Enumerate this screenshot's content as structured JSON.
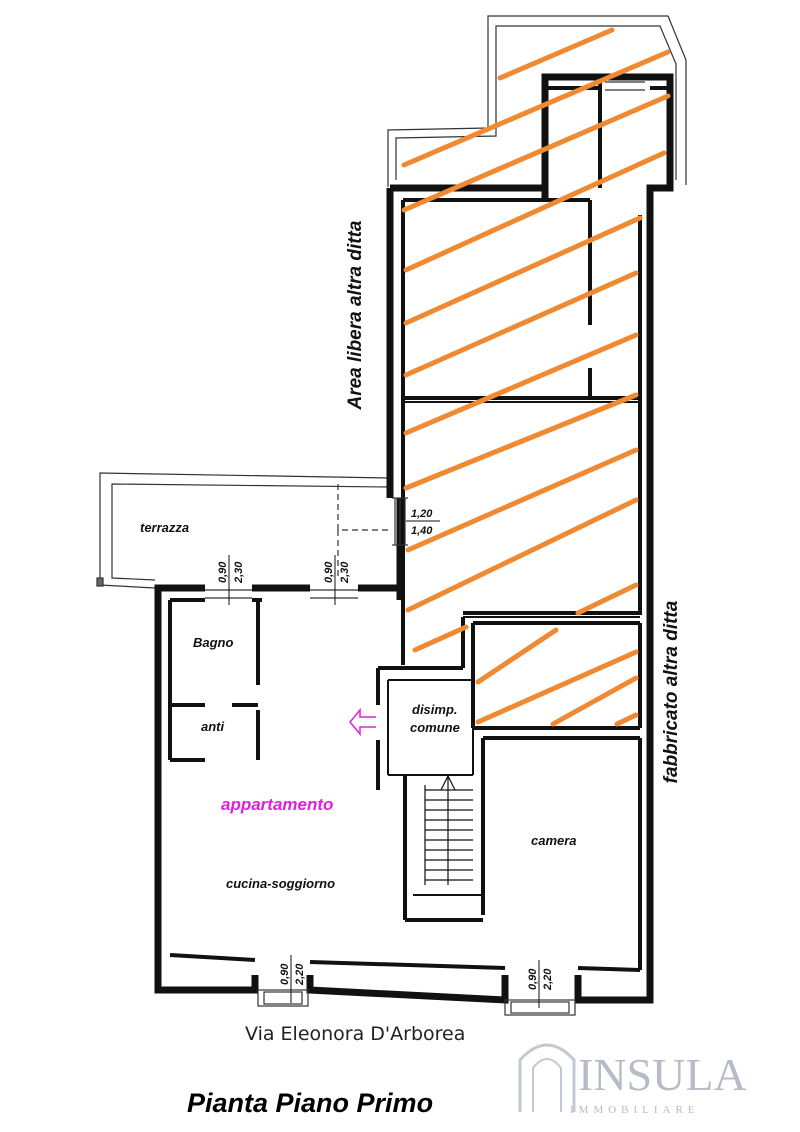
{
  "title": "Pianta Piano Primo",
  "street": "Via Eleonora D'Arborea",
  "side_labels": {
    "left": "Area libera altra ditta",
    "right": "fabbricato altra ditta"
  },
  "unit_label": "appartamento",
  "rooms": {
    "terrace": "terrazza",
    "bathroom": "Bagno",
    "anteroom": "anti",
    "living": "cucina-soggiorno",
    "bedroom": "camera",
    "landing_line1": "disimp.",
    "landing_line2": "comune"
  },
  "dimensions": {
    "terrace_door_w": "0,90",
    "terrace_door_h": "2,30",
    "living_door_w": "0,90",
    "living_door_h": "2,30",
    "side_door_w": "1,20",
    "side_door_h": "1,40",
    "front_left_w": "0,90",
    "front_left_h": "2,20",
    "front_right_w": "0,90",
    "front_right_h": "2,20"
  },
  "watermark": {
    "brand": "INSULA",
    "tagline": "IMMOBILIARE"
  },
  "colors": {
    "hatch": "#ef8a32",
    "unit_label": "#e020e0",
    "walls": "#111111"
  }
}
